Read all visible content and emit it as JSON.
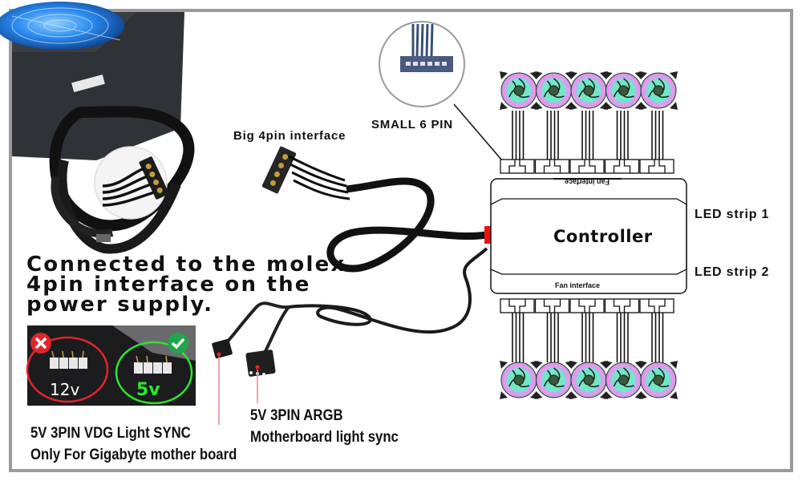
{
  "heading": {
    "line1": "Connected to the molex",
    "line2": "4pin interface on the",
    "line3": "power supply."
  },
  "labels": {
    "big_4pin": "Big 4pin interface",
    "small_6pin": "SMALL 6 PIN",
    "controller": "Controller",
    "fan_interface_top": "Fan interface",
    "fan_interface_bottom": "Fan interface",
    "led_strip_1": "LED strip 1",
    "led_strip_2": "LED strip 2",
    "argb_line1": "5V 3PIN ARGB",
    "argb_line2": "Motherboard light sync",
    "vdg_line1": "5V 3PIN VDG Light SYNC",
    "vdg_line2": "Only For Gigabyte mother board"
  },
  "header_compare": {
    "wrong_voltage": "12v",
    "right_voltage": "5v",
    "wrong_icon": "cross-icon",
    "right_icon": "check-icon",
    "wrong_color": "#e0262b",
    "right_color": "#1fa64a"
  },
  "fans": {
    "top_row_count": 5,
    "bottom_row_count": 5
  },
  "colors": {
    "frame": "#9a9a9a",
    "psu_fan": "#2a8bf0",
    "power_connector_accent": "#ee1111",
    "pointer_line": "#e8848c"
  }
}
